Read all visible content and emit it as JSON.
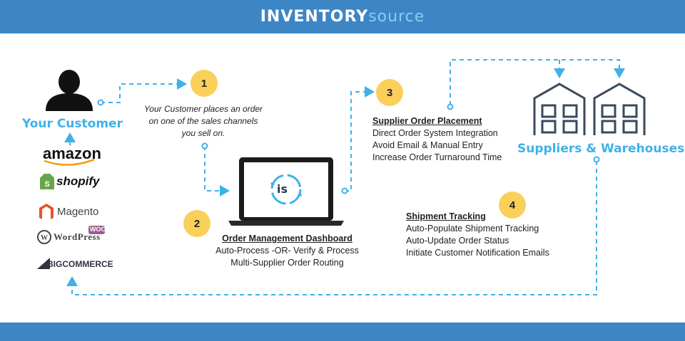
{
  "header": {
    "logo_part1": "INVENTORY",
    "logo_part2": "source"
  },
  "customer": {
    "title": "Your Customer",
    "channels": [
      "amazon",
      "shopify",
      "Magento",
      "WordPress",
      "WOO",
      "BIGCOMMERCE"
    ]
  },
  "steps": [
    {
      "number": "1",
      "lines": [
        "Your Customer places an order",
        "on one of the sales channels",
        "you sell on."
      ]
    },
    {
      "number": "2",
      "heading": "Order Management Dashboard",
      "lines": [
        "Auto-Process -OR- Verify & Process",
        "Multi-Supplier Order Routing"
      ]
    },
    {
      "number": "3",
      "heading": "Supplier Order Placement",
      "lines": [
        "Direct Order System Integration",
        "Avoid Email & Manual Entry",
        "Increase Order Turnaround Time"
      ]
    },
    {
      "number": "4",
      "heading": "Shipment Tracking",
      "lines": [
        "Auto-Populate Shipment Tracking",
        "Auto-Update Order Status",
        "Initiate Customer Notification Emails"
      ]
    }
  ],
  "dashboard": {
    "screen_logo": "is"
  },
  "suppliers": {
    "title": "Suppliers & Warehouses"
  },
  "colors": {
    "header_blue": "#3d86c6",
    "accent_blue": "#3fb1e8",
    "badge_yellow": "#fad05a",
    "text_dark": "#222222"
  }
}
